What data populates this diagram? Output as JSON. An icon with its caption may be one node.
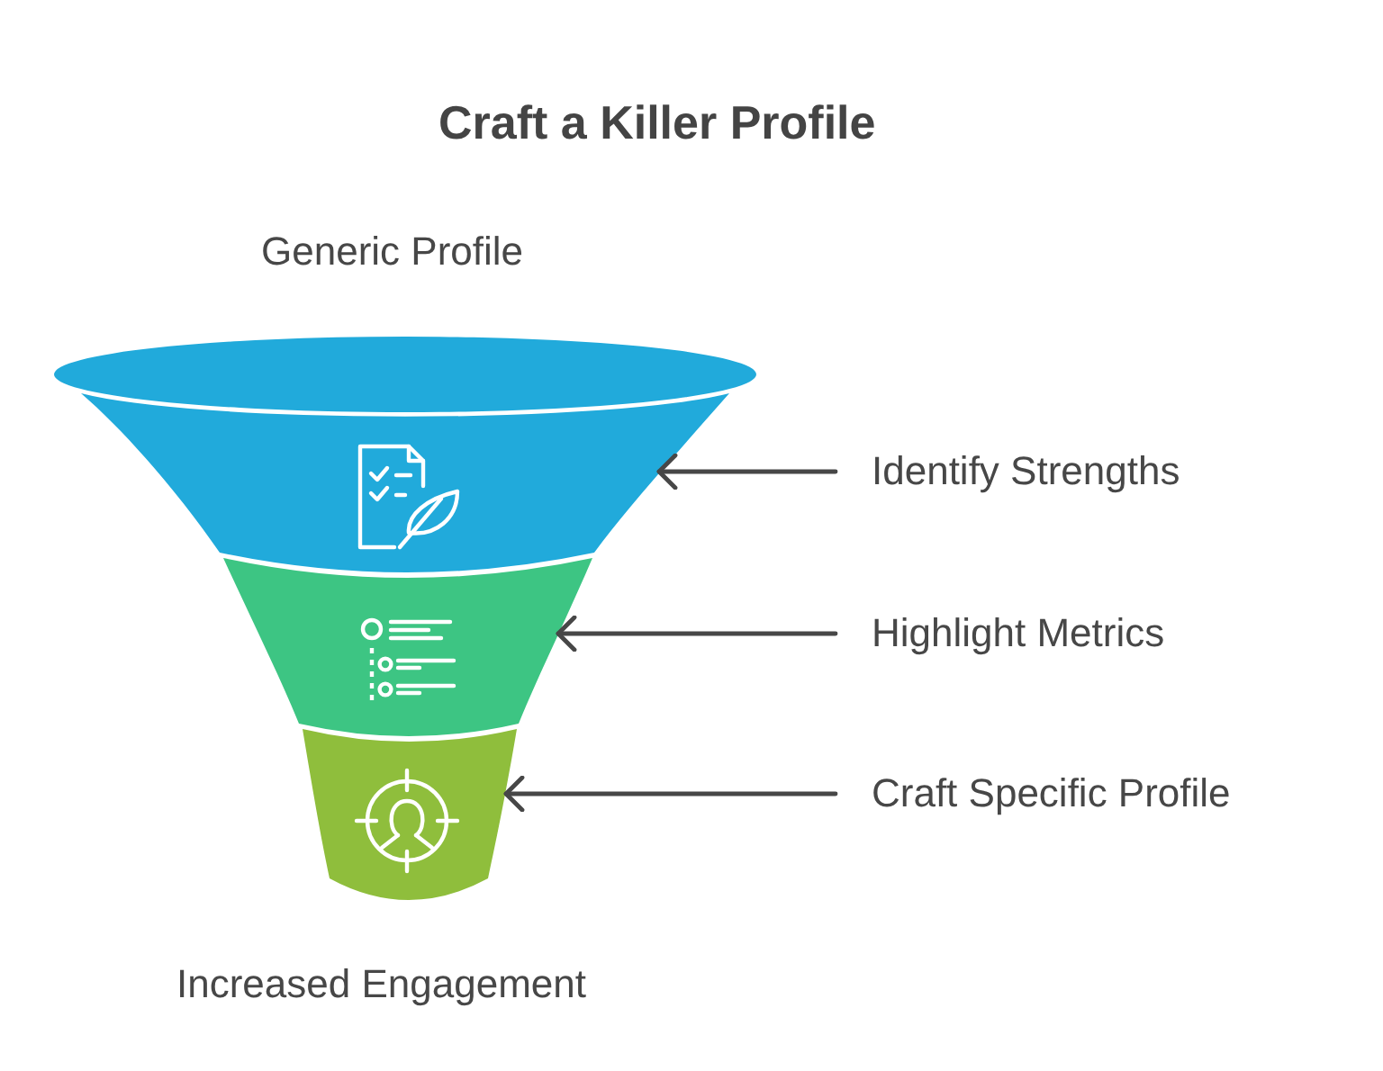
{
  "diagram": {
    "title": "Craft a Killer Profile",
    "nodes": [
      {
        "text": [],
        "shape": "trapezoid"
      },
      {
        "text": [
          "Identify Strengths"
        ]
      },
      {
        "text": [],
        "shape": "trapezoid"
      },
      {
        "text": [
          "Highlight Metrics"
        ]
      },
      {
        "text": [],
        "shape": "trapezoid"
      },
      {
        "text": [
          "Craft Specific Profile"
        ]
      }
    ],
    "edges": [
      {
        "from": 1,
        "to": 0,
        "arrow": "to"
      },
      {
        "from": 3,
        "to": 2,
        "arrow": "to"
      },
      {
        "from": 5,
        "to": 4,
        "arrow": "to"
      }
    ],
    "labels": [
      "Generic Profile",
      "Increased Engagement"
    ]
  }
}
